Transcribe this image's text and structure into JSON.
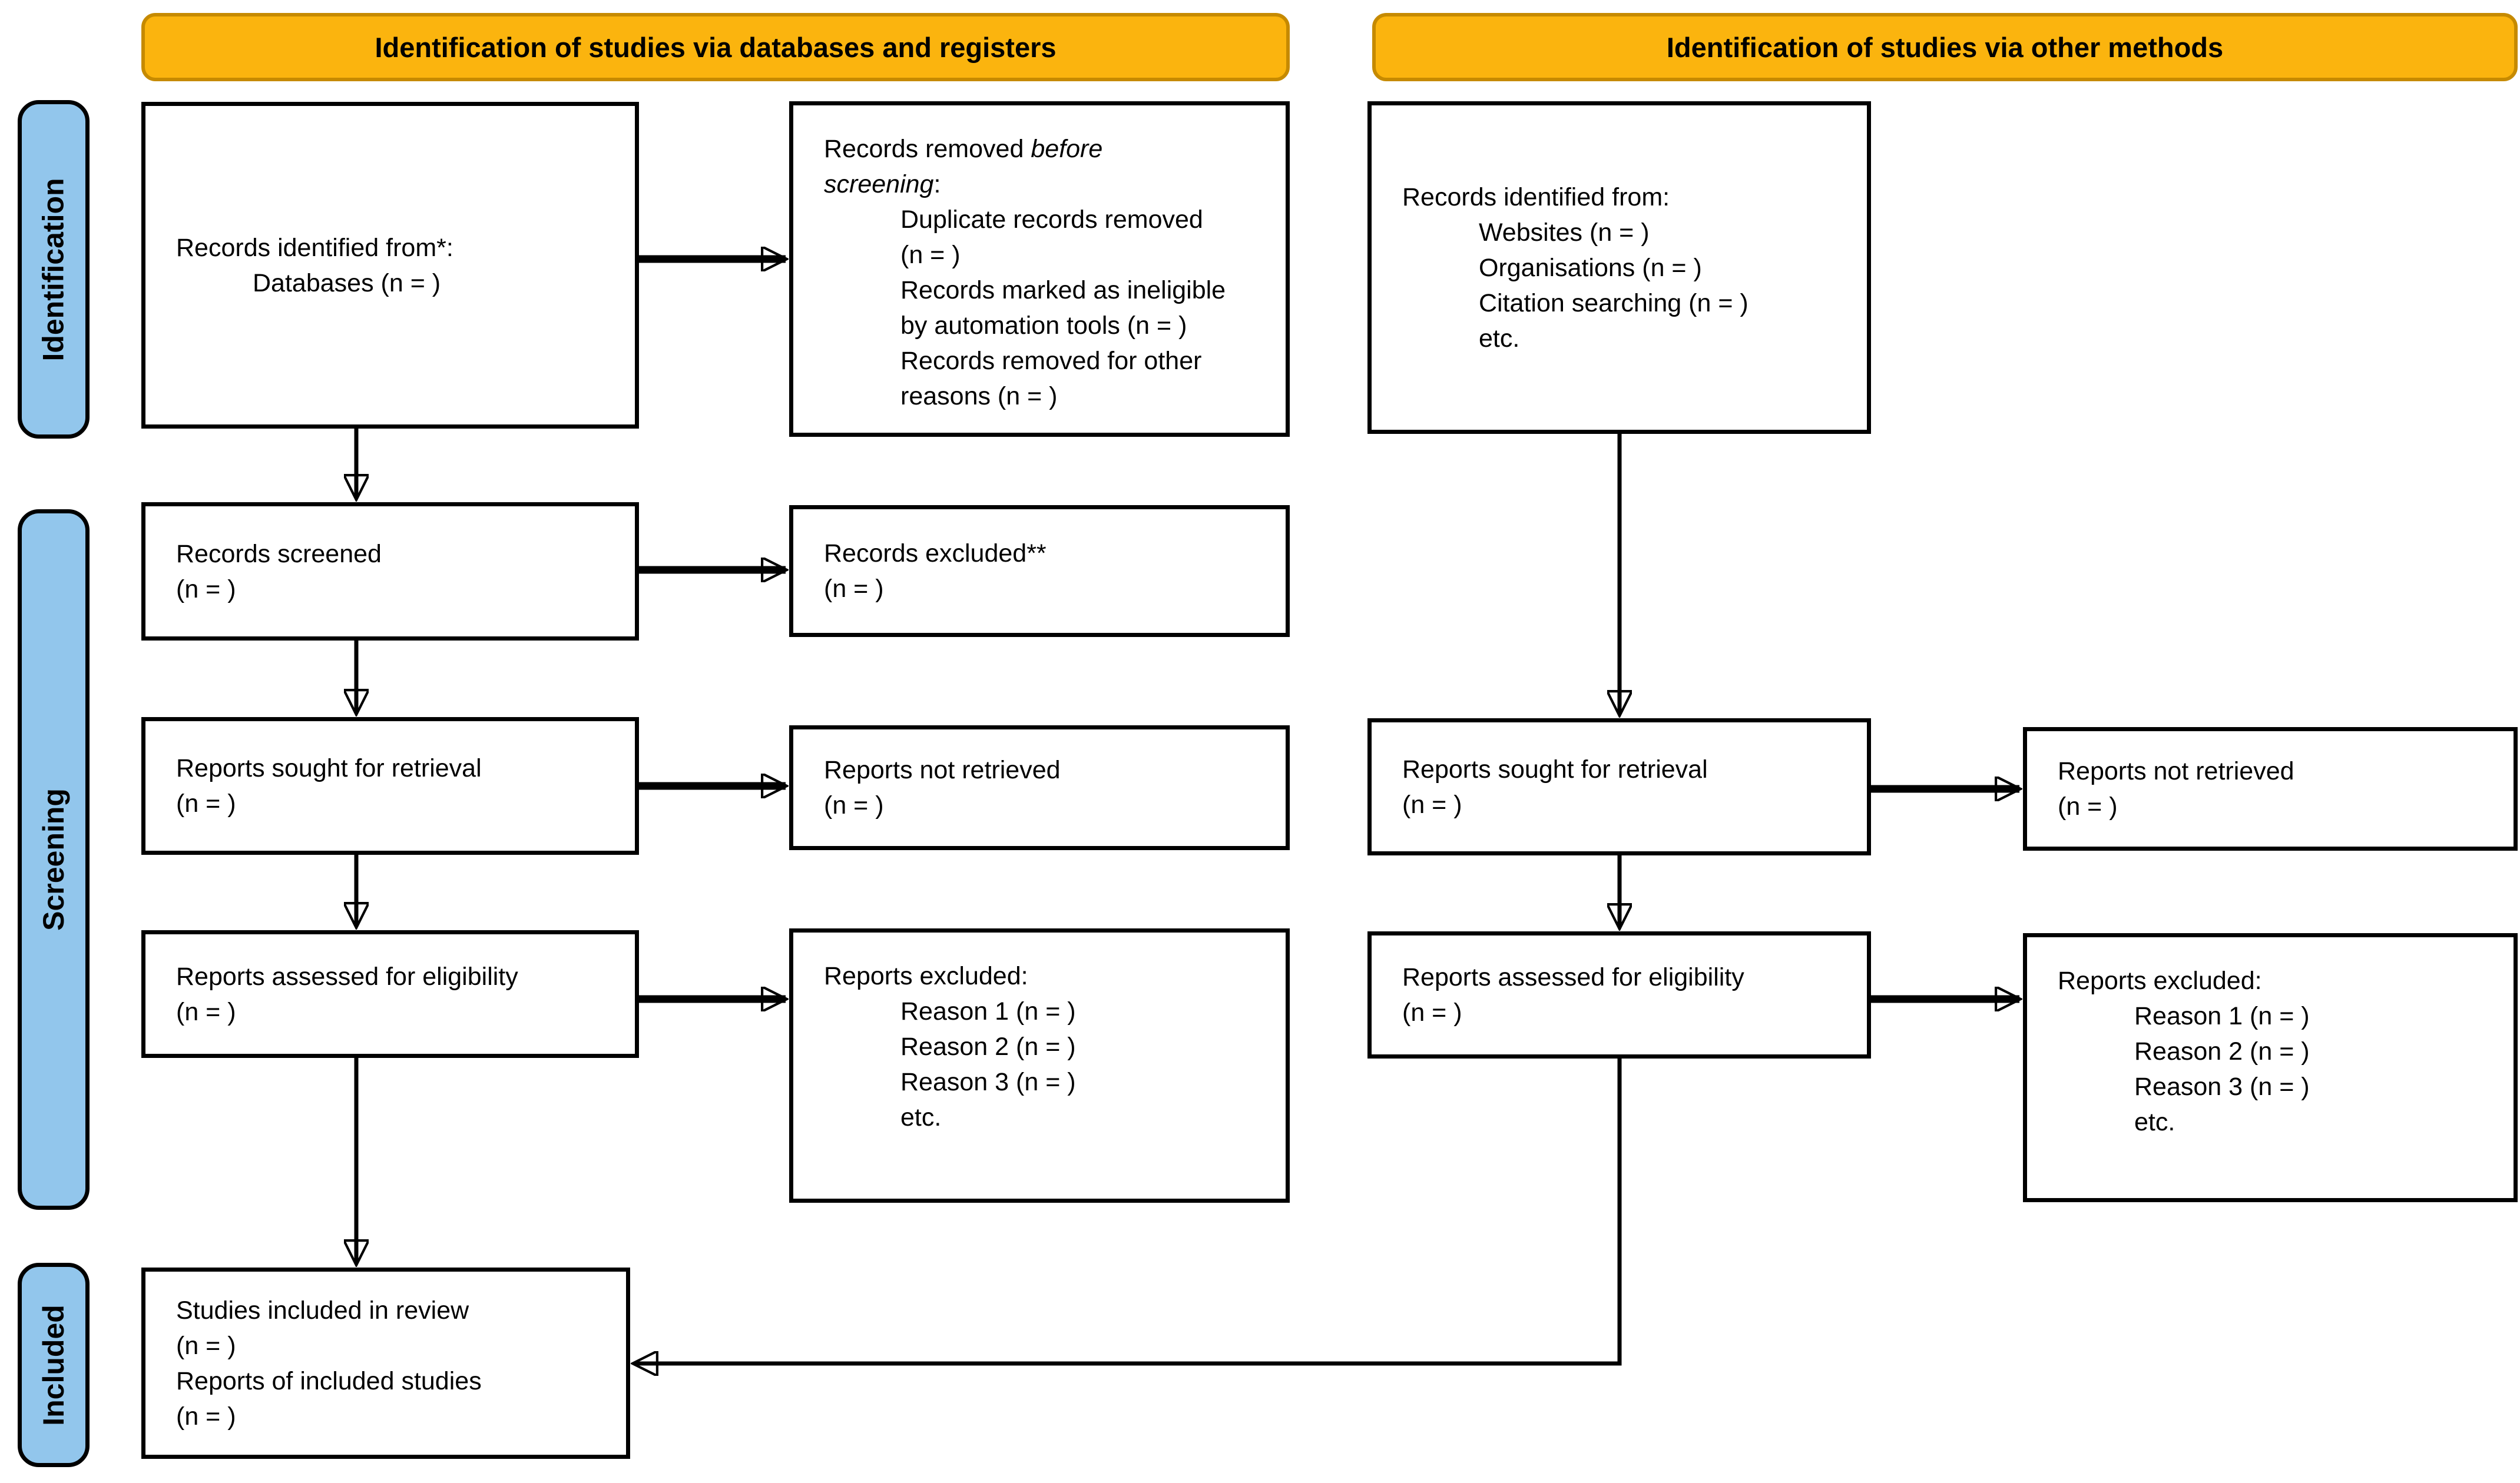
{
  "colors": {
    "header_fill": "#FBB40E",
    "header_border": "#C68A00",
    "sidebar_fill": "#92C6EC",
    "box_border": "#000000",
    "text": "#000000"
  },
  "headers": {
    "databases": "Identification of studies via databases and registers",
    "other": "Identification of studies via other methods"
  },
  "sidebar": {
    "identification": "Identification",
    "screening": "Screening",
    "included": "Included"
  },
  "boxes": {
    "records_identified_db": {
      "lines": [
        {
          "indent": 0,
          "segs": [
            {
              "t": "Records identified from*:",
              "i": false
            }
          ]
        },
        {
          "indent": 1,
          "segs": [
            {
              "t": "Databases (n = )",
              "i": false
            }
          ]
        }
      ]
    },
    "records_removed": {
      "lines": [
        {
          "indent": 0,
          "segs": [
            {
              "t": "Records removed ",
              "i": false
            },
            {
              "t": "before",
              "i": true
            }
          ]
        },
        {
          "indent": 0,
          "segs": [
            {
              "t": "screening",
              "i": true
            },
            {
              "t": ":",
              "i": false
            }
          ]
        },
        {
          "indent": 1,
          "segs": [
            {
              "t": "Duplicate records removed",
              "i": false
            }
          ]
        },
        {
          "indent": 1,
          "segs": [
            {
              "t": "(n = )",
              "i": false
            }
          ]
        },
        {
          "indent": 1,
          "segs": [
            {
              "t": "Records marked as ineligible",
              "i": false
            }
          ]
        },
        {
          "indent": 1,
          "segs": [
            {
              "t": "by automation tools (n = )",
              "i": false
            }
          ]
        },
        {
          "indent": 1,
          "segs": [
            {
              "t": "Records removed for other",
              "i": false
            }
          ]
        },
        {
          "indent": 1,
          "segs": [
            {
              "t": "reasons (n = )",
              "i": false
            }
          ]
        }
      ]
    },
    "records_identified_other": {
      "lines": [
        {
          "indent": 0,
          "segs": [
            {
              "t": "Records identified from:",
              "i": false
            }
          ]
        },
        {
          "indent": 1,
          "segs": [
            {
              "t": "Websites (n = )",
              "i": false
            }
          ]
        },
        {
          "indent": 1,
          "segs": [
            {
              "t": "Organisations (n = )",
              "i": false
            }
          ]
        },
        {
          "indent": 1,
          "segs": [
            {
              "t": "Citation searching (n = )",
              "i": false
            }
          ]
        },
        {
          "indent": 1,
          "segs": [
            {
              "t": "etc.",
              "i": false
            }
          ]
        }
      ]
    },
    "records_screened": {
      "lines": [
        {
          "indent": 0,
          "segs": [
            {
              "t": "Records screened",
              "i": false
            }
          ]
        },
        {
          "indent": 0,
          "segs": [
            {
              "t": "(n = )",
              "i": false
            }
          ]
        }
      ]
    },
    "records_excluded": {
      "lines": [
        {
          "indent": 0,
          "segs": [
            {
              "t": "Records excluded**",
              "i": false
            }
          ]
        },
        {
          "indent": 0,
          "segs": [
            {
              "t": "(n = )",
              "i": false
            }
          ]
        }
      ]
    },
    "reports_sought_db": {
      "lines": [
        {
          "indent": 0,
          "segs": [
            {
              "t": "Reports sought for retrieval",
              "i": false
            }
          ]
        },
        {
          "indent": 0,
          "segs": [
            {
              "t": "(n = )",
              "i": false
            }
          ]
        }
      ]
    },
    "reports_not_retrieved_db": {
      "lines": [
        {
          "indent": 0,
          "segs": [
            {
              "t": "Reports not retrieved",
              "i": false
            }
          ]
        },
        {
          "indent": 0,
          "segs": [
            {
              "t": "(n = )",
              "i": false
            }
          ]
        }
      ]
    },
    "reports_assessed_db": {
      "lines": [
        {
          "indent": 0,
          "segs": [
            {
              "t": "Reports assessed for eligibility",
              "i": false
            }
          ]
        },
        {
          "indent": 0,
          "segs": [
            {
              "t": "(n = )",
              "i": false
            }
          ]
        }
      ]
    },
    "reports_excluded_db": {
      "lines": [
        {
          "indent": 0,
          "segs": [
            {
              "t": "Reports excluded:",
              "i": false
            }
          ]
        },
        {
          "indent": 1,
          "segs": [
            {
              "t": "Reason 1 (n = )",
              "i": false
            }
          ]
        },
        {
          "indent": 1,
          "segs": [
            {
              "t": "Reason 2 (n = )",
              "i": false
            }
          ]
        },
        {
          "indent": 1,
          "segs": [
            {
              "t": "Reason 3 (n = )",
              "i": false
            }
          ]
        },
        {
          "indent": 1,
          "segs": [
            {
              "t": "etc.",
              "i": false
            }
          ]
        }
      ]
    },
    "reports_sought_other": {
      "lines": [
        {
          "indent": 0,
          "segs": [
            {
              "t": "Reports sought for retrieval",
              "i": false
            }
          ]
        },
        {
          "indent": 0,
          "segs": [
            {
              "t": "(n = )",
              "i": false
            }
          ]
        }
      ]
    },
    "reports_not_retrieved_other": {
      "lines": [
        {
          "indent": 0,
          "segs": [
            {
              "t": "Reports not retrieved",
              "i": false
            }
          ]
        },
        {
          "indent": 0,
          "segs": [
            {
              "t": "(n = )",
              "i": false
            }
          ]
        }
      ]
    },
    "reports_assessed_other": {
      "lines": [
        {
          "indent": 0,
          "segs": [
            {
              "t": "Reports assessed for eligibility",
              "i": false
            }
          ]
        },
        {
          "indent": 0,
          "segs": [
            {
              "t": "(n = )",
              "i": false
            }
          ]
        }
      ]
    },
    "reports_excluded_other": {
      "lines": [
        {
          "indent": 0,
          "segs": [
            {
              "t": "Reports excluded:",
              "i": false
            }
          ]
        },
        {
          "indent": 1,
          "segs": [
            {
              "t": "Reason 1 (n = )",
              "i": false
            }
          ]
        },
        {
          "indent": 1,
          "segs": [
            {
              "t": "Reason 2 (n = )",
              "i": false
            }
          ]
        },
        {
          "indent": 1,
          "segs": [
            {
              "t": "Reason 3 (n = )",
              "i": false
            }
          ]
        },
        {
          "indent": 1,
          "segs": [
            {
              "t": "etc.",
              "i": false
            }
          ]
        }
      ]
    },
    "studies_included": {
      "lines": [
        {
          "indent": 0,
          "segs": [
            {
              "t": "Studies included in review",
              "i": false
            }
          ]
        },
        {
          "indent": 0,
          "segs": [
            {
              "t": "(n = )",
              "i": false
            }
          ]
        },
        {
          "indent": 0,
          "segs": [
            {
              "t": "Reports of included studies",
              "i": false
            }
          ]
        },
        {
          "indent": 0,
          "segs": [
            {
              "t": "(n = )",
              "i": false
            }
          ]
        }
      ]
    }
  }
}
